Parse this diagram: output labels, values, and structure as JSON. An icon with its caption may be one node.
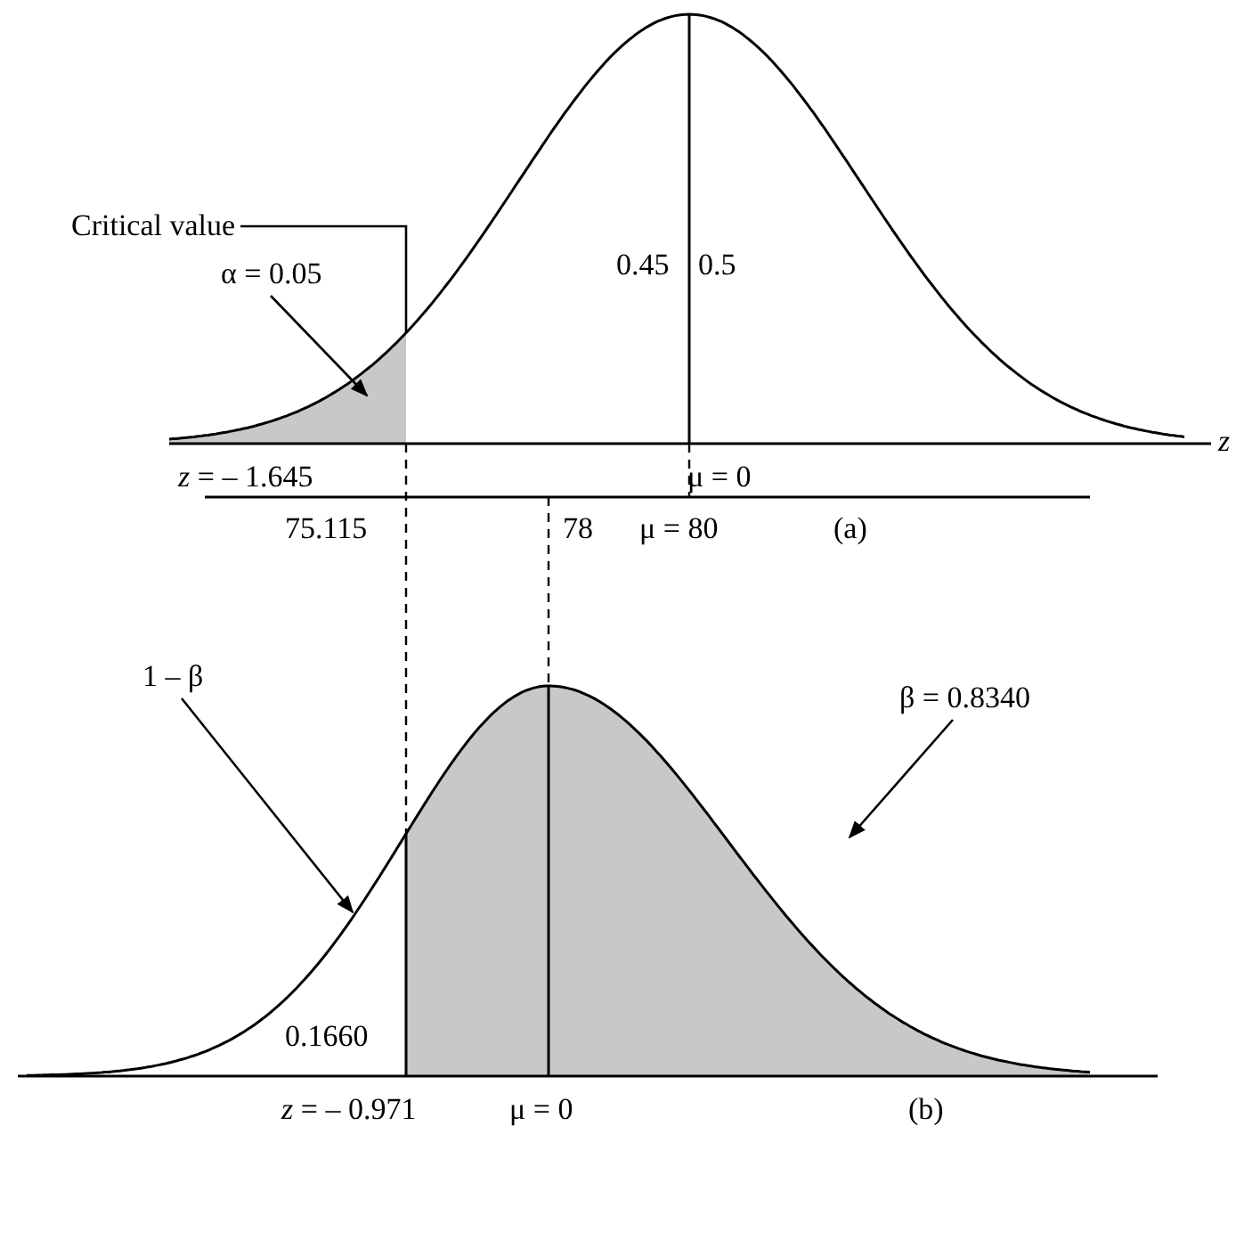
{
  "diagram": {
    "nodes": [
      {
        "text": [
          "Critical value"
        ]
      },
      {
        "text": [
          "α = 0.05"
        ]
      },
      {
        "text": [
          "1 – β"
        ]
      },
      {
        "text": [
          "β = 0.8340"
        ]
      },
      {
        "text": [],
        "shape": "area"
      },
      {
        "text": [],
        "shape": "area"
      }
    ],
    "edges": [
      {
        "from": 0,
        "to": 4,
        "arrow": "none"
      },
      {
        "from": 1,
        "to": 4,
        "arrow": "to"
      },
      {
        "from": 2,
        "to": null,
        "arrow": "to"
      },
      {
        "from": 3,
        "to": 5,
        "arrow": "to"
      }
    ],
    "labels": [
      "0.45",
      "0.5",
      "*z*",
      "*z* = – 1.645",
      "μ = 0",
      "75.115",
      "78",
      "μ = 80",
      "(a)",
      "0.1660",
      "*z* = – 0.971",
      "μ = 0",
      "(b)"
    ]
  }
}
